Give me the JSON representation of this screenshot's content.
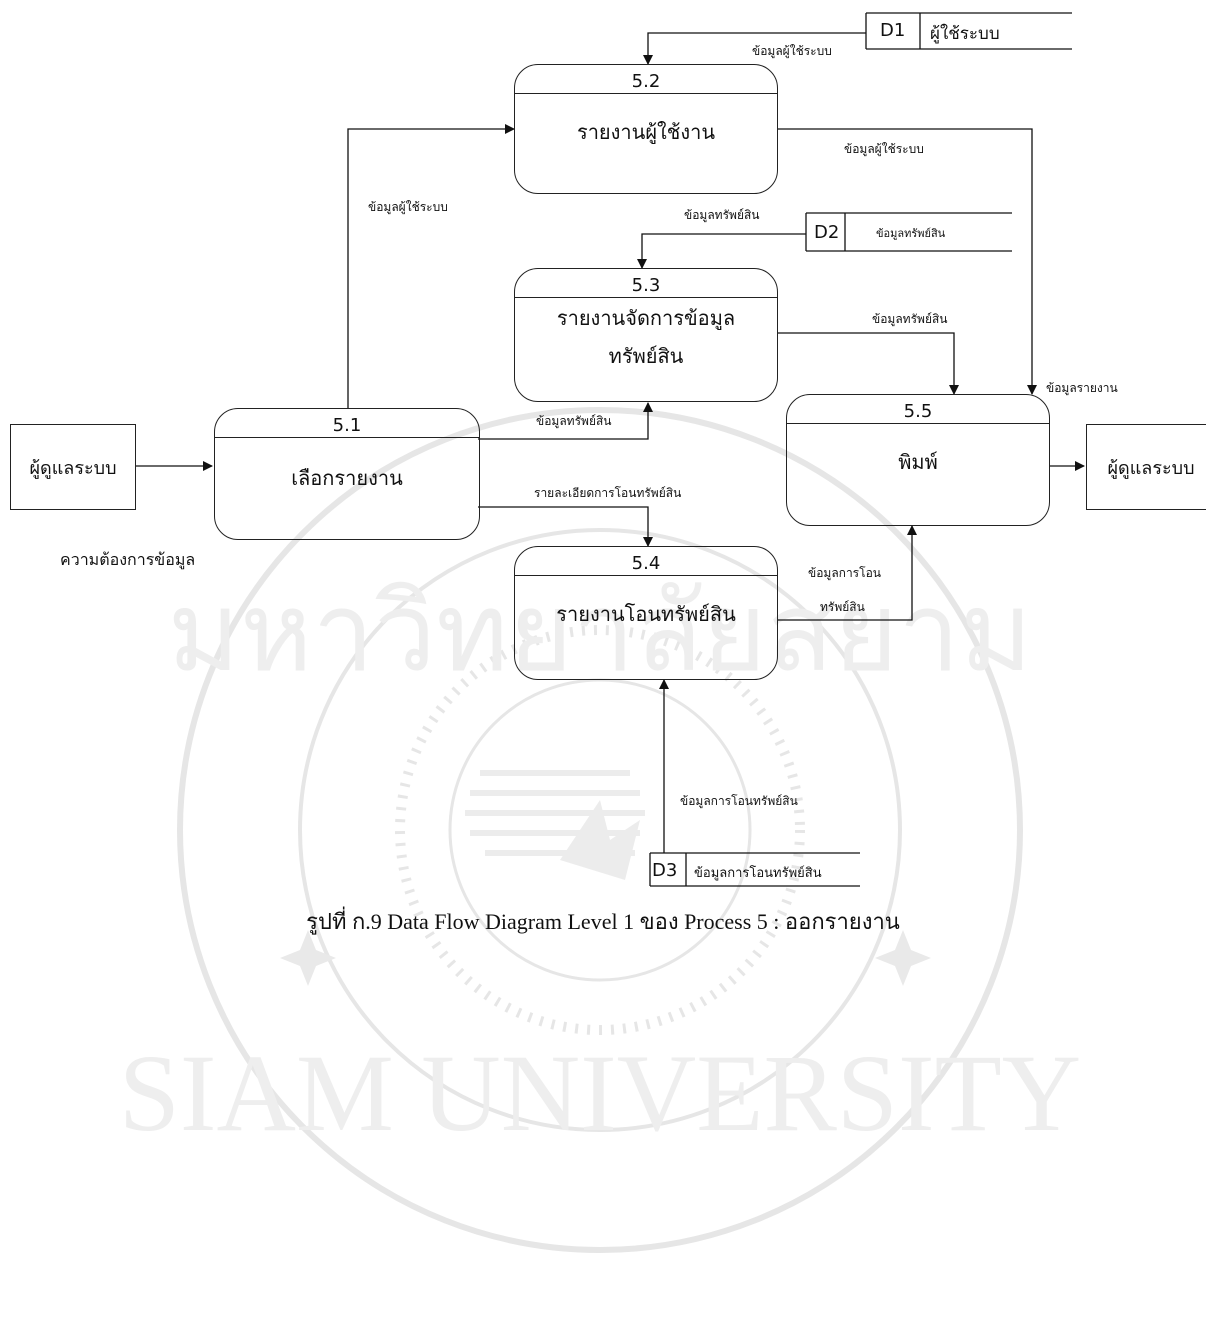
{
  "watermark": {
    "top_text": "มหาวิทยาลัยสยาม",
    "bottom_text": "SIAM UNIVERSITY"
  },
  "processes": {
    "p51": {
      "id": "5.1",
      "name": "เลือกรายงาน"
    },
    "p52": {
      "id": "5.2",
      "name": "รายงานผู้ใช้งาน"
    },
    "p53": {
      "id": "5.3",
      "name_line1": "รายงานจัดการข้อมูล",
      "name_line2": "ทรัพย์สิน"
    },
    "p54": {
      "id": "5.4",
      "name": "รายงานโอนทรัพย์สิน"
    },
    "p55": {
      "id": "5.5",
      "name": "พิมพ์"
    }
  },
  "externals": {
    "source": "ผู้ดูแลระบบ",
    "sink": "ผู้ดูแลระบบ"
  },
  "stores": {
    "d1": {
      "id": "D1",
      "name": "ผู้ใช้ระบบ"
    },
    "d2": {
      "id": "D2",
      "name": "ข้อมูลทรัพย์สิน"
    },
    "d3": {
      "id": "D3",
      "name": "ข้อมูลการโอนทรัพย์สิน"
    }
  },
  "flows": {
    "d1_to_52": "ข้อมูลผู้ใช้ระบบ",
    "p51_to_52": "ข้อมูลผู้ใช้ระบบ",
    "p52_to_55": "ข้อมูลผู้ใช้ระบบ",
    "d2_to_53": "ข้อมูลทรัพย์สิน",
    "p53_to_55": "ข้อมูลทรัพย์สิน",
    "p51_to_53": "ข้อมูลทรัพย์สิน",
    "p51_to_54": "รายละเอียดการโอนทรัพย์สิน",
    "report_to_55": "ข้อมูลรายงาน",
    "p54_to_55_line1": "ข้อมูลการโอน",
    "p54_to_55_line2": "ทรัพย์สิน",
    "d3_to_54": "ข้อมูลการโอนทรัพย์สิน"
  },
  "source_flow_label": "ความต้องการข้อมูล",
  "caption": "รูปที่ ก.9 Data Flow Diagram Level 1 ของ Process 5 : ออกรายงาน"
}
